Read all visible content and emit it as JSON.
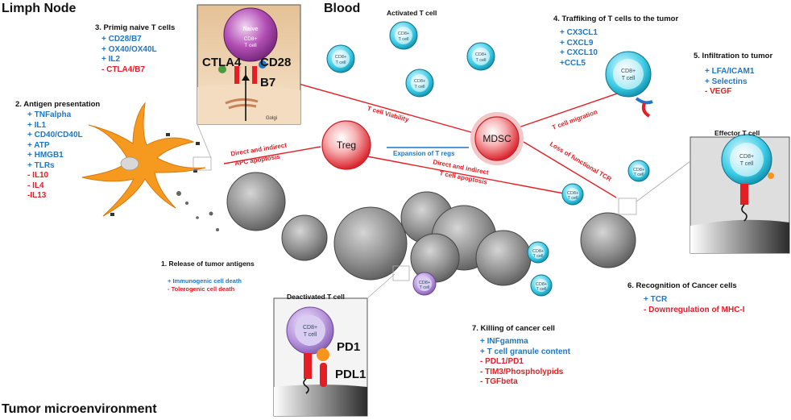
{
  "regions": {
    "lymph_node": "Limph Node",
    "blood": "Blood",
    "tumor": "Tumor microenvironment"
  },
  "steps": [
    {
      "title": "1. Release of tumor antigens",
      "items": [
        {
          "text": "+ Immunogenic cell death",
          "sign": "pos"
        },
        {
          "text": "- Tolerogenic cell death",
          "sign": "neg"
        }
      ]
    },
    {
      "title": "2. Antigen presentation",
      "items": [
        {
          "text": "+ TNFalpha",
          "sign": "pos"
        },
        {
          "text": "+ IL1",
          "sign": "pos"
        },
        {
          "text": "+ CD40/CD40L",
          "sign": "pos"
        },
        {
          "text": "+ ATP",
          "sign": "pos"
        },
        {
          "text": "+ HMGB1",
          "sign": "pos"
        },
        {
          "text": "+ TLRs",
          "sign": "pos"
        },
        {
          "text": "- IL10",
          "sign": "neg"
        },
        {
          "text": "- IL4",
          "sign": "neg"
        },
        {
          "text": "-IL13",
          "sign": "neg"
        }
      ]
    },
    {
      "title": "3. Primig naive T cells",
      "items": [
        {
          "text": "+ CD28/B7",
          "sign": "pos"
        },
        {
          "text": "+ OX40/OX40L",
          "sign": "pos"
        },
        {
          "text": "+ IL2",
          "sign": "pos"
        },
        {
          "text": "- CTLA4/B7",
          "sign": "neg"
        }
      ]
    },
    {
      "title": "4. Traffiking of T cells to the tumor",
      "items": [
        {
          "text": "+ CX3CL1",
          "sign": "pos"
        },
        {
          "text": "+ CXCL9",
          "sign": "pos"
        },
        {
          "text": "+ CXCL10",
          "sign": "pos"
        },
        {
          "text": "+CCL5",
          "sign": "pos"
        }
      ]
    },
    {
      "title": "5. Infiltration to tumor",
      "items": [
        {
          "text": "+ LFA/ICAM1",
          "sign": "pos"
        },
        {
          "text": "+ Selectins",
          "sign": "pos"
        },
        {
          "text": "- VEGF",
          "sign": "neg"
        }
      ]
    },
    {
      "title": "6. Recognition of Cancer cells",
      "items": [
        {
          "text": "+ TCR",
          "sign": "pos"
        },
        {
          "text": "- Downregulation of MHC-I",
          "sign": "neg"
        }
      ]
    },
    {
      "title": "7. Killing of cancer cell",
      "items": [
        {
          "text": "+ INFgamma",
          "sign": "pos"
        },
        {
          "text": "+ T cell granule content",
          "sign": "pos"
        },
        {
          "text": "- PDL1/PD1",
          "sign": "neg"
        },
        {
          "text": "- TIM3/Phospholypids",
          "sign": "neg"
        },
        {
          "text": "- TGFbeta",
          "sign": "neg"
        }
      ]
    }
  ],
  "cells": {
    "treg": "Treg",
    "mdsc": "MDSC",
    "cd8": "CD8+",
    "tcell": "T cell",
    "naive": "Naive",
    "golgi": "Golgi"
  },
  "panels": {
    "activated": "Activated T cell",
    "effector": "Effector T cell",
    "deactivated": "Deactivated T cell"
  },
  "molecules": {
    "ctla4": "CTLA4",
    "cd28": "CD28",
    "b7": "B7",
    "pd1": "PD1",
    "pdl1": "PDL1"
  },
  "arrows": {
    "apc_apoptosis_1": "Direct and indirect",
    "apc_apoptosis_2": "APC apoptosis",
    "viability": "T cell Viability",
    "expansion": "Expansion of T regs",
    "tcell_apoptosis_1": "Direct and indirect",
    "tcell_apoptosis_2": "T cell apoptosis",
    "migration": "T cell migration",
    "loss_tcr": "Loss of functional TCR"
  },
  "colors": {
    "positive": "#1f77c4",
    "negative": "#e31e24",
    "dendritic": "#f59a1f",
    "tcell": "#29c4e0",
    "treg": "#e8333b",
    "tumor": "#8a8a8a"
  }
}
